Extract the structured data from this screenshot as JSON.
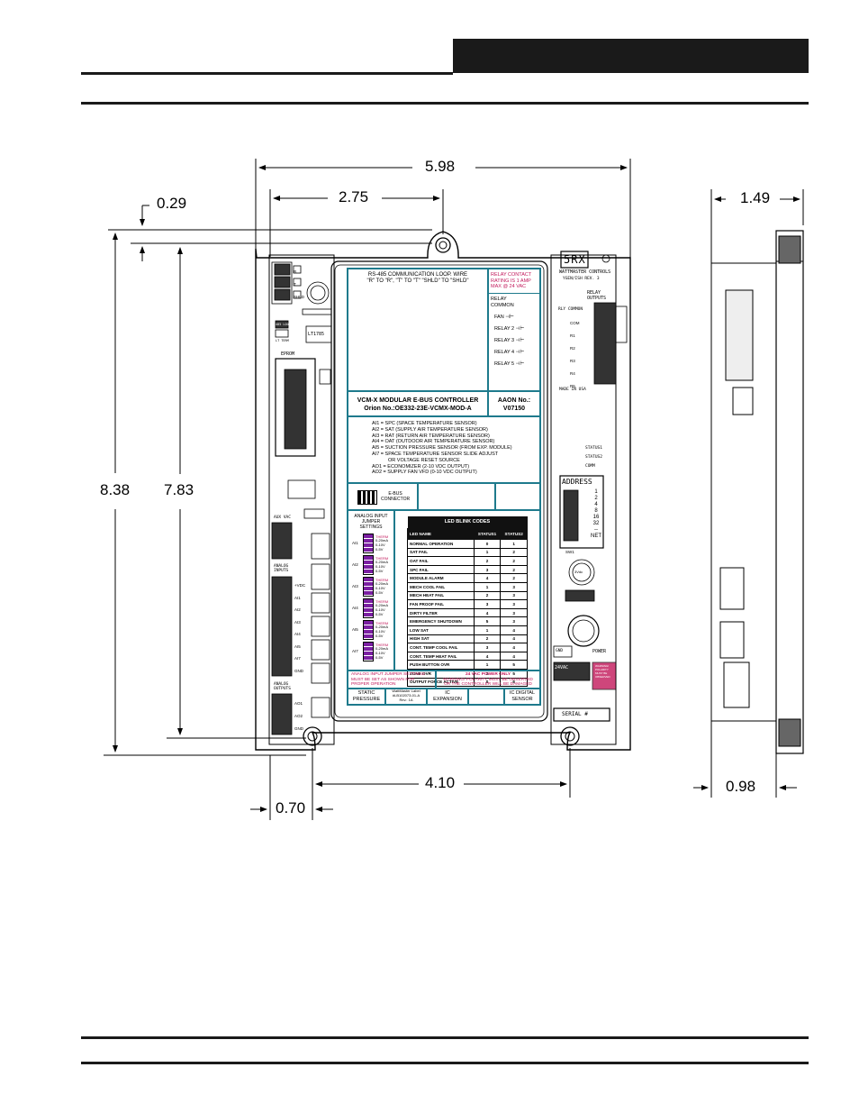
{
  "dimensions": {
    "overall_width": "5.98",
    "mount_width": "2.75",
    "top_offset": "0.29",
    "overall_height": "8.38",
    "mount_height": "7.83",
    "bottom_mount_width": "4.10",
    "bottom_offset": "0.70",
    "side_depth": "1.49",
    "side_base": "0.98"
  },
  "board": {
    "rs485_line1": "RS-485 COMMUNICATION LOOP. WIRE",
    "rs485_line2": "\"R\" TO \"R\", \"T\" TO \"T\" \"SHLD\" TO \"SHLD\"",
    "relay_rating": [
      "RELAY CONTACT",
      "RATING IS 1 AMP",
      "MAX @ 24 VAC"
    ],
    "relay_common": [
      "RELAY",
      "COMMON"
    ],
    "relays": [
      "FAN",
      "RELAY 2",
      "RELAY 3",
      "RELAY 4",
      "RELAY 5"
    ],
    "controller_title": "VCM-X MODULAR E-BUS CONTROLLER",
    "controller_part": "Orion No.:OE332-23E-VCMX-MOD-A",
    "aaon_label": "AAON No.:",
    "aaon_number": "V07150",
    "inputs": [
      "AI1 = SPC (SPACE TEMPERATURE SENSOR)",
      "AI2 = SAT (SUPPLY AIR TEMPERATURE SENSOR)",
      "AI3 = RAT (RETURN AIR TEMPERATURE SENSOR)",
      "AI4 = OAT (OUTDOOR AIR TEMPERATURE SENSOR)",
      "AI5 = SUCTION PRESSURE SENSOR (FROM EXP. MODULE)",
      "AI7 = SPACE TEMPERATURE SENSOR SLIDE ADJUST",
      "OR VOLTAGE RESET SOURCE",
      "AO1 = ECONOMIZER (2-10 VDC  OUTPUT)",
      "AO2 = SUPPLY FAN VFD (0-10 VDC  OUTPUT)"
    ],
    "ebus": [
      "E-BUS",
      "CONNECTOR"
    ],
    "jumper_title": [
      "ANALOG INPUT",
      "JUMPER",
      "SETTINGS"
    ],
    "jumper_rows": [
      "AI1",
      "AI2",
      "AI3",
      "AI4",
      "AI5",
      "AI7"
    ],
    "jumper_opts": [
      "THERM",
      "0-20mA",
      "0-10V",
      "0-5V"
    ],
    "led_title": "LED BLINK CODES",
    "led_headers": [
      "LED NAME",
      "STATUS1",
      "STATUS2"
    ],
    "led_rows": [
      [
        "NORMAL OPERATION",
        "0",
        "1"
      ],
      [
        "SAT FAIL",
        "1",
        "2"
      ],
      [
        "OAT FAIL",
        "2",
        "2"
      ],
      [
        "SPC FAIL",
        "3",
        "2"
      ],
      [
        "MODULE ALARM",
        "4",
        "2"
      ],
      [
        "MECH COOL FAIL",
        "1",
        "3"
      ],
      [
        "MECH HEAT FAIL",
        "2",
        "3"
      ],
      [
        "FAN PROOF FAIL",
        "3",
        "3"
      ],
      [
        "DIRTY FILTER",
        "4",
        "3"
      ],
      [
        "EMERGENCY SHUTDOWN",
        "5",
        "3"
      ],
      [
        "LOW SAT",
        "1",
        "4"
      ],
      [
        "HIGH SAT",
        "2",
        "4"
      ],
      [
        "CONT. TEMP COOL FAIL",
        "3",
        "4"
      ],
      [
        "CONT. TEMP HEAT FAIL",
        "4",
        "4"
      ],
      [
        "PUSH BUTTON OVR",
        "1",
        "5"
      ],
      [
        "ZONE OVR",
        "2",
        "5"
      ],
      [
        "OUTPUT FORCE ACTIVE",
        "0",
        "6"
      ]
    ],
    "jumper_warning": [
      "ANALOG INPUT JUMPER SETTINGS",
      "MUST BE SET AS SHOWN FOR",
      "PROPER OPERATION"
    ],
    "power_warning": [
      "24 VAC POWER ONLY",
      "WARNING! POLARITY MUST BE OBSERVED",
      "OR THE CONTROLLER WILL BE DAMAGED"
    ],
    "static_pressure": [
      "STATIC",
      "PRESSURE"
    ],
    "label_info": [
      "WattMaster Label",
      "#LB102073-01-A",
      "Rev.: 1A"
    ],
    "ic_expansion": [
      "IC",
      "EXPANSION"
    ],
    "ic_digital": [
      "IC DIGITAL",
      "SENSOR"
    ]
  },
  "pcb": {
    "brand": "5RX",
    "maker": "WATTMASTER CONTROLS",
    "ygen": "YGEN/ISH REV. 3",
    "relay_outputs": [
      "RELAY",
      "OUTPUTS"
    ],
    "relay_common": "RLY COMMON",
    "made_in": "MADE IN USA",
    "address": "ADDRESS",
    "address_values": [
      "1",
      "2",
      "4",
      "8",
      "16",
      "32",
      "--",
      "NET"
    ],
    "sw1": "SW1",
    "status1": "STATUS1",
    "status2": "STATUS2",
    "comm": "COMM",
    "serial": "SERIAL #",
    "power": "POWER",
    "vac": "24VAC",
    "gnd": "GND",
    "aux_vac": "AUX VAC",
    "analog_inputs": [
      "ANALOG",
      "INPUTS"
    ],
    "analog_outputs": [
      "ANALOG",
      "OUTPUTS"
    ],
    "lt1785": "LT1785",
    "eprom": "EPROM",
    "rs485_label": "485 LOOP",
    "lt_term": "LT TERM",
    "terminals_top": [
      "R",
      "T",
      "SHLD"
    ],
    "ai_terms": [
      "+VDC",
      "AI1",
      "AI2",
      "AI3",
      "AI4",
      "AI5",
      "AI7",
      "GND"
    ],
    "ao_terms": [
      "AO1",
      "AO2",
      "GND"
    ],
    "relay_terms": [
      "COM",
      "R1",
      "R2",
      "R3",
      "R4",
      "R5"
    ],
    "battery": "3Vdc",
    "warning_vert": "WARNING! POLARITY MUST BE OBSERVED"
  }
}
